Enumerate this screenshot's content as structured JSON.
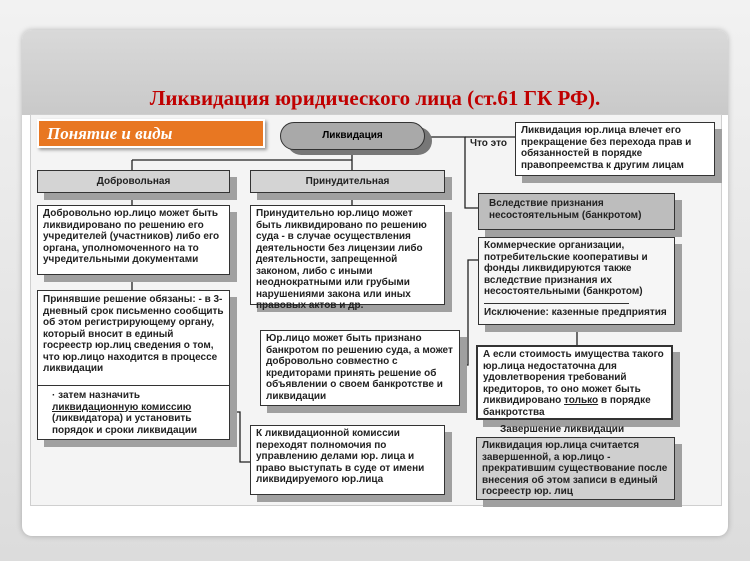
{
  "title": "Ликвидация юридического лица (ст.61 ГК РФ).",
  "tag": "Понятие и виды",
  "root": "Ликвидация",
  "what_label": "Что это",
  "definition": "Ликвидация юр.лица влечет его прекращение без перехода прав и обязанностей в порядке правопреемства к другим лицам",
  "voluntary": {
    "header": "Добровольная",
    "text": "Добровольно юр.лицо может быть ликвидировано по решению его учредителей (участников) либо его органа, уполномоченного на то учредительными документами",
    "duties": "Принявшие решение обязаны: - в 3-дневный срок письменно сообщить об этом регистрирующему органу, который вносит в единый госреестр юр.лиц сведения о том, что юр.лицо находится в процессе ликвидации",
    "then_prefix": "· затем назначить",
    "then_underlined": "ликвидационную комиссию",
    "then_rest": "(ликвидатора) и установить порядок и сроки ликвидации"
  },
  "forced": {
    "header": "Принудительная",
    "text": "Принудительно юр.лицо может быть ликвидировано по решению суда - в случае осуществления деятельности без лицензии либо деятельности, запрещенной законом, либо с иными неоднократными или грубыми нарушениями закона или иных правовых актов и др."
  },
  "bankrupt_option": "Юр.лицо может быть признано банкротом по решению суда, а может добровольно совместно с кредиторами принять решение об объявлении о своем банкротстве и ликвидации",
  "commission": "К ликвидационной комиссии переходят полномочия по управлению делами юр. лица и право выступать в суде от имени ликвидируемого юр.лица",
  "bankruptcy": {
    "header": "Вследствие признания несостоятельным (банкротом)",
    "text": "Коммерческие организации, потребительские кооперативы и фонды ликвидируются также вследствие признания их несостоятельными (банкротом)",
    "exception": "Исключение: казенные предприятия"
  },
  "insufficient": {
    "prefix": "А если стоимость имущества такого юр.лица недостаточна для удовлетворения требований кредиторов, то оно может быть ликвидировано",
    "underlined": "только",
    "suffix": "в порядке банкротства"
  },
  "completion": {
    "label": "Завершение ликвидации",
    "text": "Ликвидация юр.лица считается завершенной, а юр.лицо - прекратившим существование после внесения об этом записи в единый госреестр юр. лиц"
  },
  "colors": {
    "title": "#c00000",
    "tag": "#e87722"
  }
}
